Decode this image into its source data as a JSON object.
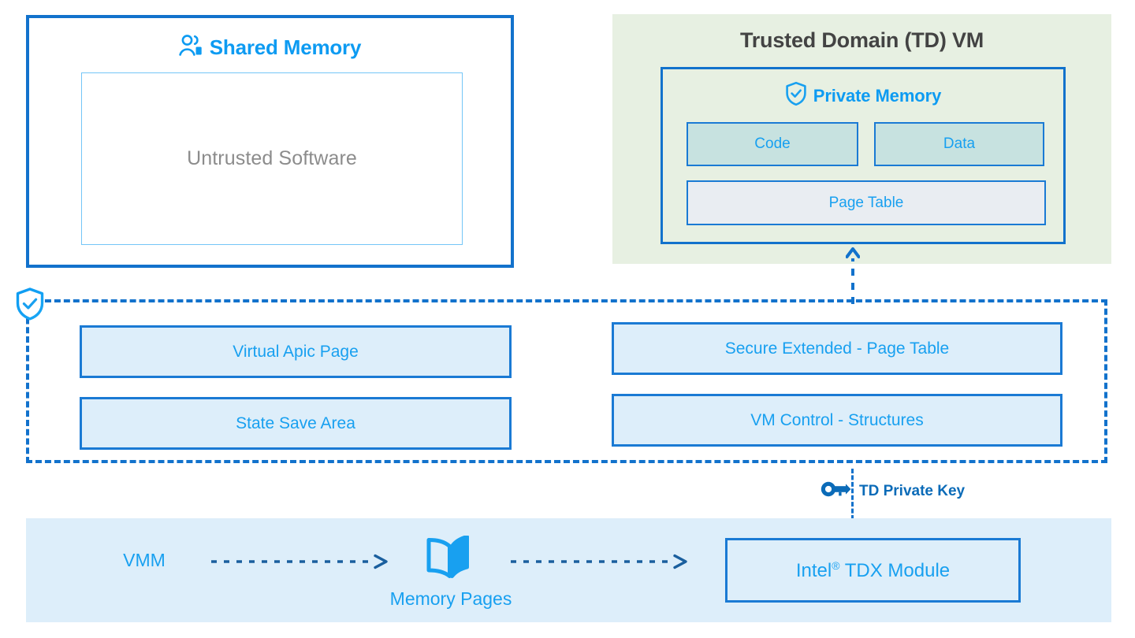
{
  "shared_memory": {
    "title": "Shared Memory",
    "icon": "users-icon",
    "inner_box_label": "Untrusted Software"
  },
  "trusted_domain": {
    "title": "Trusted Domain (TD) VM",
    "private_memory": {
      "title": "Private Memory",
      "icon": "shield-check-icon",
      "cells": [
        {
          "label": "Code"
        },
        {
          "label": "Data"
        },
        {
          "label": "Page Table"
        }
      ]
    }
  },
  "secure_region": {
    "icon": "shield-check-icon",
    "cells": [
      {
        "label": "Virtual Apic Page"
      },
      {
        "label": "State Save Area"
      },
      {
        "label": "Secure Extended - Page Table"
      },
      {
        "label": "VM Control - Structures"
      }
    ]
  },
  "td_private_key": {
    "label": "TD Private Key",
    "icon": "key-icon"
  },
  "bottom": {
    "vmm_label": "VMM",
    "memory_pages_label": "Memory Pages",
    "memory_pages_icon": "open-book-icon",
    "tdx_module_label_prefix": "Intel",
    "tdx_module_label_sup": "®",
    "tdx_module_label_suffix": " TDX Module"
  },
  "colors": {
    "brand_blue": "#1272cc",
    "bright_blue": "#18a0f0",
    "dark_blue": "#0b6bb8",
    "panel_green": "#e7f0e2",
    "panel_blue": "#ddeefa",
    "cell_teal": "#c7e2e0",
    "cell_gray": "#e9edf2",
    "muted_gray": "#8c8c8c",
    "title_gray": "#434343"
  }
}
